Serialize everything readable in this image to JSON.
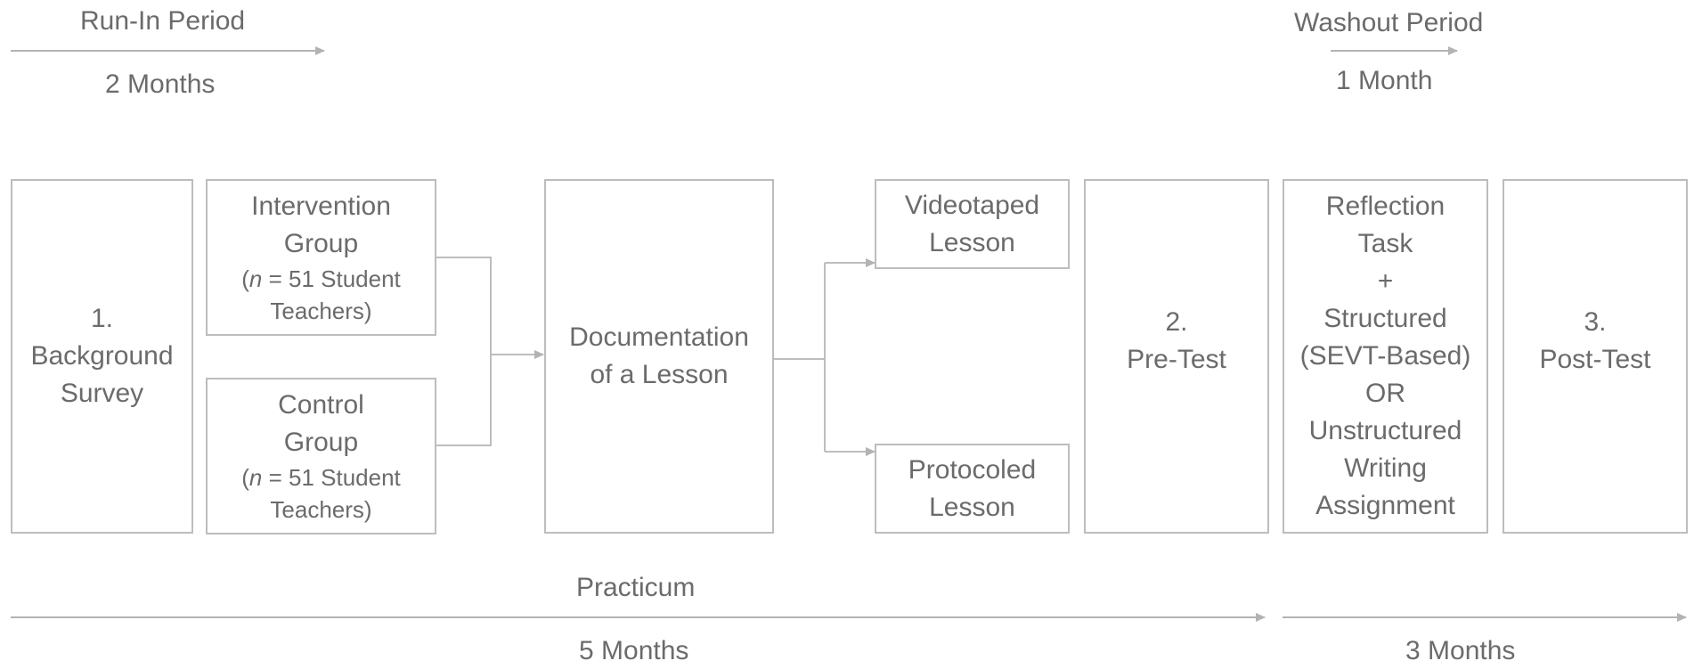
{
  "timeline": {
    "run_in": {
      "label": "Run-In Period",
      "duration": "2 Months"
    },
    "washout": {
      "label": "Washout Period",
      "duration": "1 Month"
    },
    "practicum": {
      "label": "Practicum",
      "duration": "5 Months"
    },
    "post_period": {
      "duration": "3 Months"
    }
  },
  "boxes": {
    "background_survey": {
      "lines": [
        "1.",
        "Background",
        "Survey"
      ]
    },
    "intervention_group": {
      "lines": [
        "Intervention",
        "Group"
      ],
      "n_prefix": "(",
      "n_var": "n",
      "n_suffix": " = 51 Student",
      "n_line2": "Teachers)"
    },
    "control_group": {
      "lines": [
        "Control",
        "Group"
      ],
      "n_prefix": "(",
      "n_var": "n",
      "n_suffix": " = 51 Student",
      "n_line2": "Teachers)"
    },
    "documentation": {
      "lines": [
        "Documentation",
        "of a Lesson"
      ]
    },
    "videotaped": {
      "lines": [
        "Videotaped",
        "Lesson"
      ]
    },
    "protocoled": {
      "lines": [
        "Protocoled",
        "Lesson"
      ]
    },
    "pre_test": {
      "lines": [
        "2.",
        "Pre-Test"
      ]
    },
    "reflection": {
      "lines": [
        "Reflection",
        "Task",
        "+",
        "Structured",
        "(SEVT-Based)",
        "OR",
        "Unstructured",
        "Writing",
        "Assignment"
      ]
    },
    "post_test": {
      "lines": [
        "3.",
        "Post-Test"
      ]
    }
  },
  "colors": {
    "line": "#bdbdbd",
    "text": "#6b6b6b"
  }
}
